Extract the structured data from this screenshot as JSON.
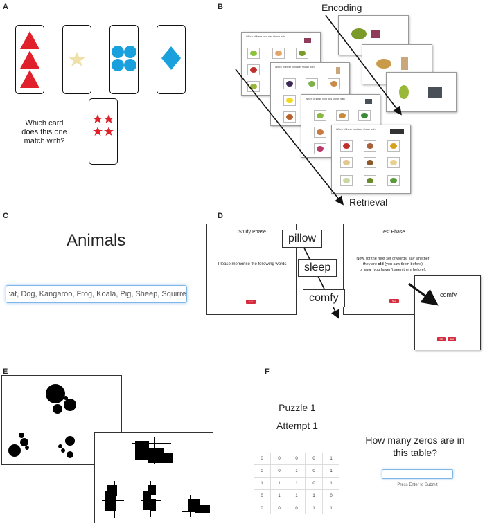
{
  "panels": {
    "a": {
      "label": "A",
      "question": "Which card does this one match with?"
    },
    "b": {
      "label": "B",
      "encoding_label": "Encoding",
      "retrieval_label": "Retrieval",
      "slide_question": "Which of these food was shown with:"
    },
    "c": {
      "label": "C",
      "title": "Animals",
      "input_value": ":at, Dog, Kangaroo, Frog, Koala, Pig, Sheep, Squirrel"
    },
    "d": {
      "label": "D",
      "study_title": "Study Phase",
      "study_instruction": "Please memorise the following words",
      "study_button": "Next",
      "word_1": "pillow",
      "word_2": "sleep",
      "word_3": "comfy",
      "test_title": "Test Phase",
      "test_line_1": "Now, for the next set of words, say whether",
      "test_line_2_pre": "they are ",
      "test_old_word": "old",
      "test_line_2_post": " (you saw them before)",
      "test_line_3_pre": "or ",
      "test_new_word": "new",
      "test_line_3_post": " (you haven't seen them before).",
      "test_button": "Next",
      "probe_word": "comfy",
      "old_button": "Old",
      "new_button": "New"
    },
    "e": {
      "label": "E"
    },
    "f": {
      "label": "F",
      "puzzle_title": "Puzzle 1",
      "attempt_title": "Attempt 1",
      "grid": [
        [
          "0",
          "0",
          "0",
          "0",
          "1"
        ],
        [
          "0",
          "0",
          "1",
          "0",
          "1"
        ],
        [
          "1",
          "1",
          "1",
          "0",
          "1"
        ],
        [
          "0",
          "1",
          "1",
          "1",
          "0"
        ],
        [
          "0",
          "0",
          "0",
          "1",
          "1"
        ]
      ],
      "question": "How many zeros are in this table?",
      "answer_value": "",
      "hint": "Press Enter to Submit"
    }
  },
  "colors": {
    "red": "#e0202a",
    "blue": "#1aa0dd",
    "star_yellow": "#efe1a8",
    "button_red": "#d52b3c"
  }
}
